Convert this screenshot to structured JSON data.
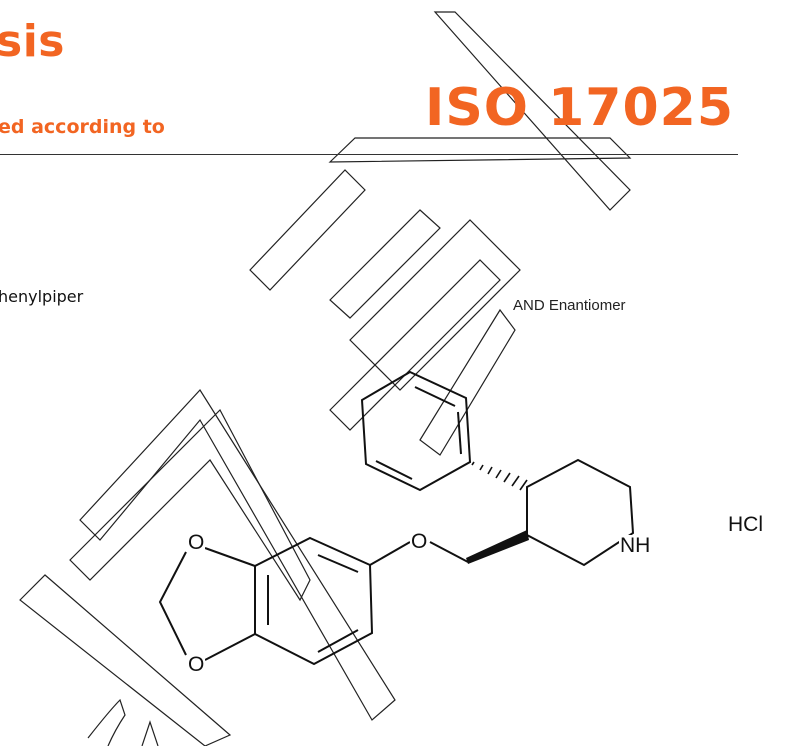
{
  "header": {
    "title_fragment": "sis",
    "subtitle_fragment": "ed according to",
    "iso_label": "ISO 17025"
  },
  "compound": {
    "name_fragment": "henylpiper",
    "stereo_note": "AND Enantiomer",
    "salt": "HCl",
    "atoms": {
      "o_upper": "O",
      "o_lower": "O",
      "o_ether": "O",
      "nh": "NH"
    }
  },
  "colors": {
    "accent": "#f26522",
    "ink": "#111111",
    "rule": "#333333"
  },
  "watermark": {
    "shape": "outlined-diagonal-letters"
  }
}
